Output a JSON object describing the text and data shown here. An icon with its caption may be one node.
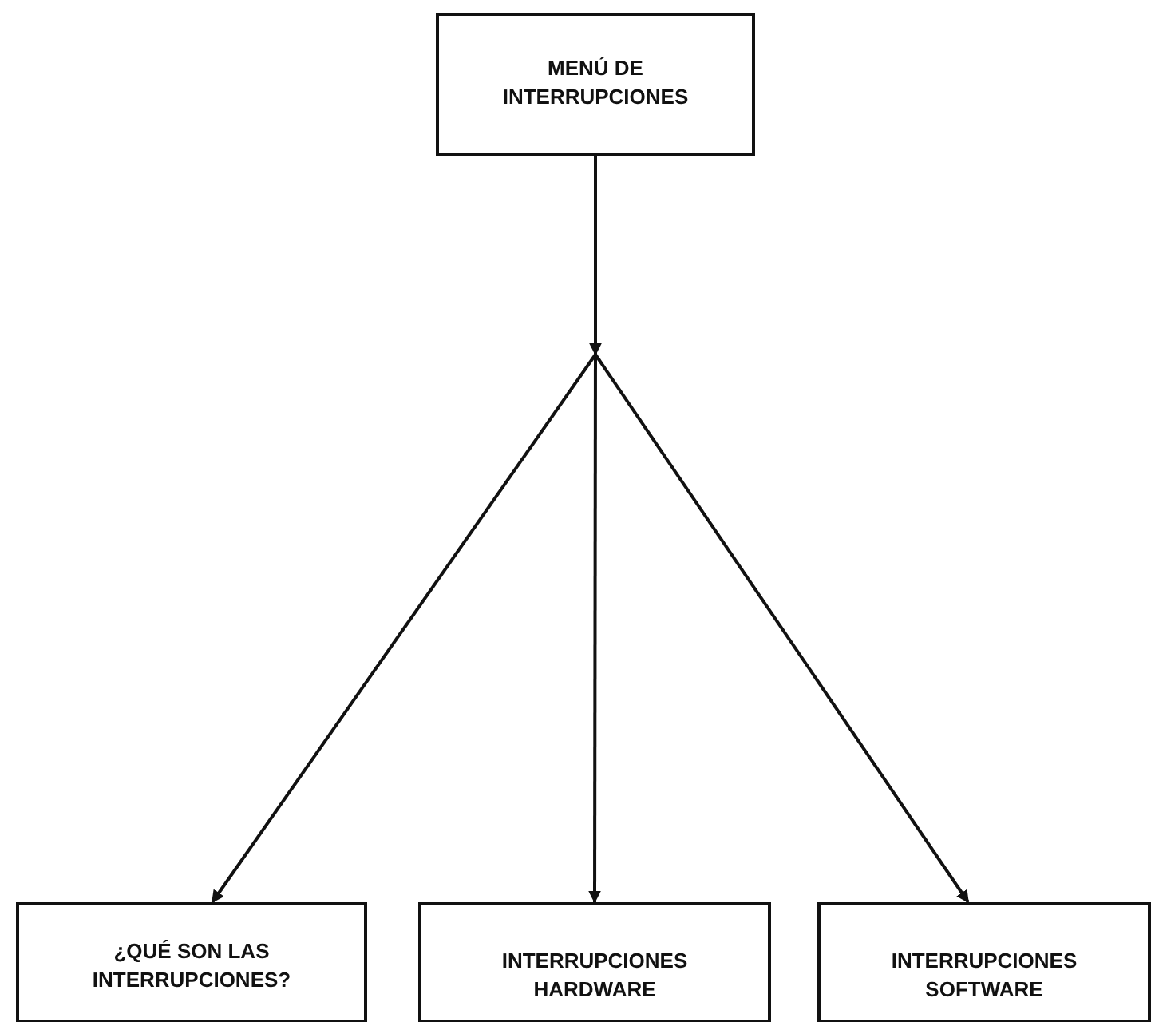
{
  "diagram": {
    "nodes": [
      {
        "text": [
          "MENÚ DE INTERRUPCIONES"
        ]
      },
      {
        "text": [
          "¿QUÉ SON LAS INTERRUPCIONES?"
        ]
      },
      {
        "text": [
          "INTERRUPCIONES HARDWARE"
        ]
      },
      {
        "text": [
          "INTERRUPCIONES SOFTWARE"
        ]
      }
    ],
    "edges": [
      {
        "from": 0,
        "to": 1,
        "arrow": "to"
      },
      {
        "from": 0,
        "to": 2,
        "arrow": "to"
      },
      {
        "from": 0,
        "to": 3,
        "arrow": "to"
      }
    ]
  }
}
